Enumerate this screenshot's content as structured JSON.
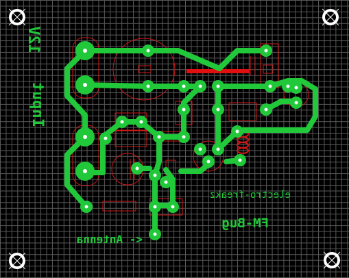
{
  "labels": {
    "left_top": "12V",
    "left_mid": "Input",
    "brand": "electro-freakz",
    "title": "FM-Bug",
    "antenna": "<- Antenna"
  },
  "colors": {
    "trace": "#21c83a",
    "silkscreen": "#d01818",
    "grid": "#5a5a5a",
    "background": "#000000",
    "hole": "#ffffff"
  }
}
